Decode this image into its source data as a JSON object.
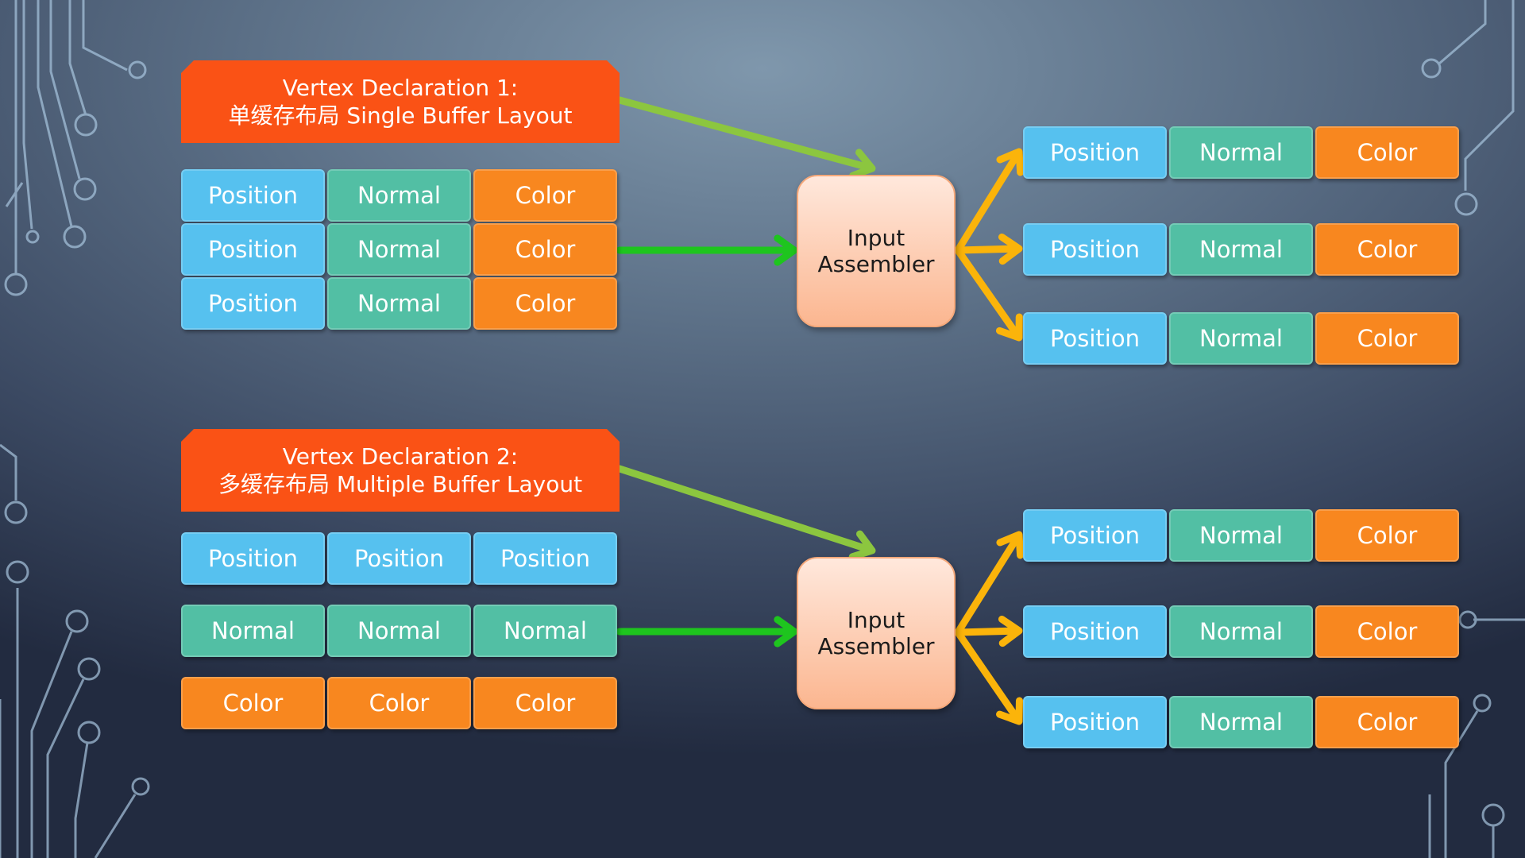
{
  "diagram": {
    "declarations": [
      {
        "title_line1": "Vertex Declaration 1:",
        "title_line2": "单缓存布局 Single Buffer Layout",
        "buffer_rows": [
          [
            "Position",
            "Normal",
            "Color"
          ],
          [
            "Position",
            "Normal",
            "Color"
          ],
          [
            "Position",
            "Normal",
            "Color"
          ]
        ],
        "assembler_line1": "Input",
        "assembler_line2": "Assembler",
        "output_rows": [
          [
            "Position",
            "Normal",
            "Color"
          ],
          [
            "Position",
            "Normal",
            "Color"
          ],
          [
            "Position",
            "Normal",
            "Color"
          ]
        ]
      },
      {
        "title_line1": "Vertex Declaration 2:",
        "title_line2": "多缓存布局 Multiple Buffer Layout",
        "buffer_rows": [
          [
            "Position",
            "Position",
            "Position"
          ],
          [
            "Normal",
            "Normal",
            "Normal"
          ],
          [
            "Color",
            "Color",
            "Color"
          ]
        ],
        "assembler_line1": "Input",
        "assembler_line2": "Assembler",
        "output_rows": [
          [
            "Position",
            "Normal",
            "Color"
          ],
          [
            "Position",
            "Normal",
            "Color"
          ],
          [
            "Position",
            "Normal",
            "Color"
          ]
        ]
      }
    ]
  },
  "colors": {
    "position": "#56c1ef",
    "normal": "#52bfa4",
    "color": "#f8871f",
    "title": "#fa5215",
    "green_arrow": "#1ec51e",
    "light_green_arrow": "#8cc63f",
    "yellow_arrow": "#fbb40a",
    "circuit_lines": "#a9c6df"
  }
}
